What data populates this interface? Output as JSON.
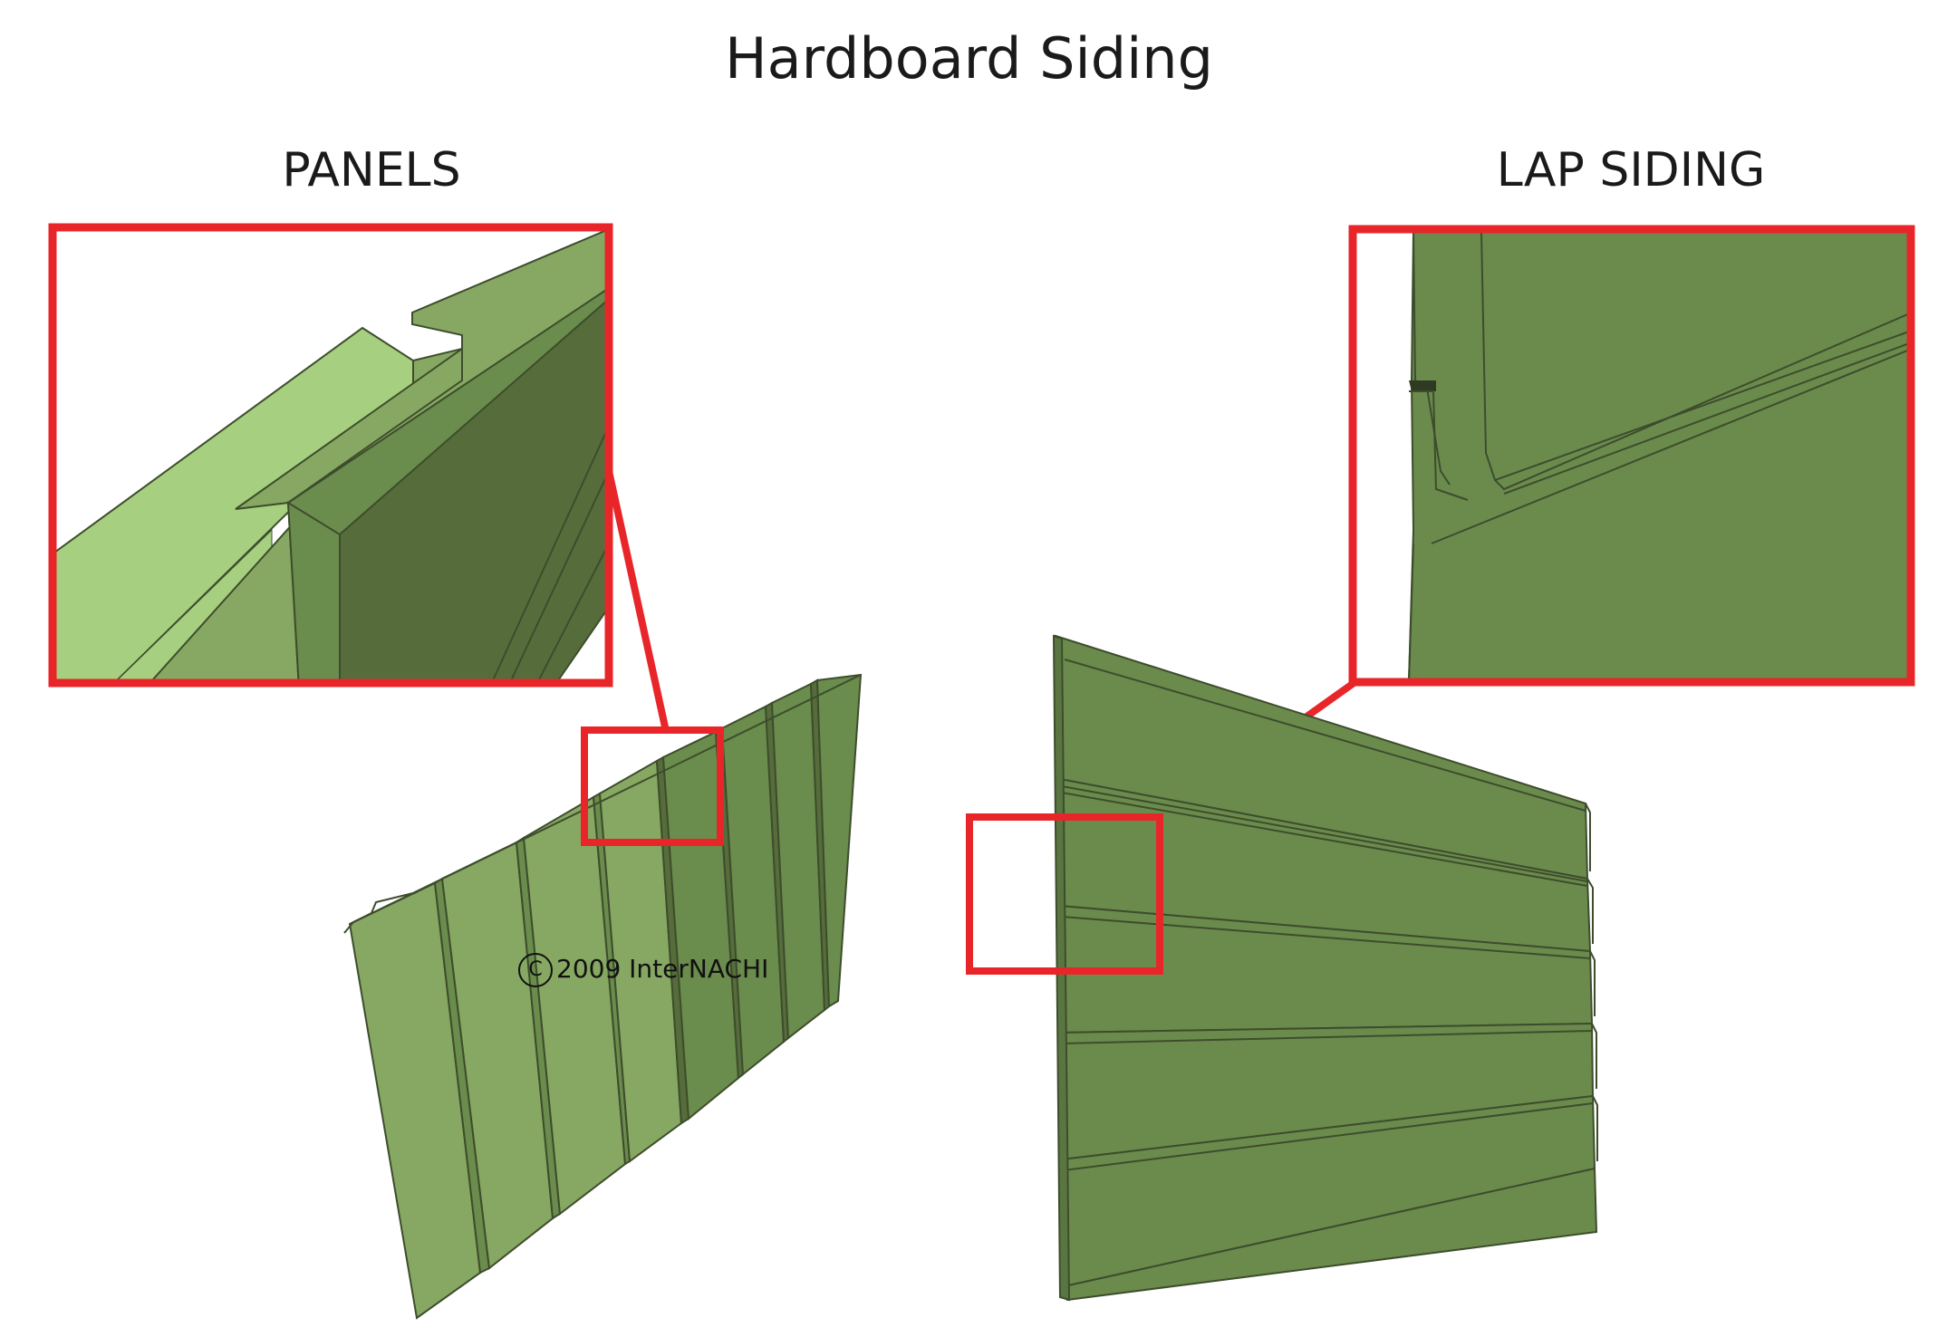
{
  "diagram": {
    "title": "Hardboard Siding",
    "left_label": "PANELS",
    "right_label": "LAP SIDING",
    "copyright": "2009 InterNACHI",
    "copyright_symbol": "C"
  },
  "colors": {
    "panel_light": "#a6cf7f",
    "panel_mid": "#87a862",
    "panel_dark": "#6a8c4c",
    "panel_darkest": "#566d3b",
    "lap_green": "#6b8b4d",
    "callout_red": "#e8262a",
    "outline": "#3d4d2c"
  }
}
